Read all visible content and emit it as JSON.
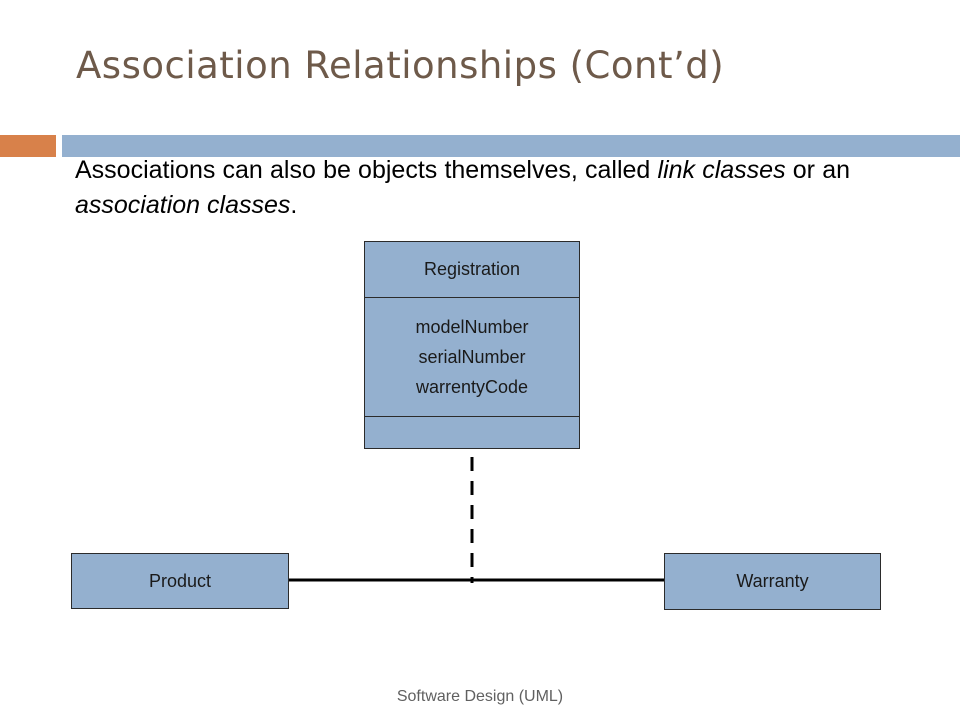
{
  "slide": {
    "title": "Association Relationships (Cont’d)",
    "body": {
      "part1": "Associations can also be objects themselves, called ",
      "em1": "link classes",
      "part2": " or an ",
      "em2": "association classes",
      "part3": "."
    },
    "footer": "Software Design (UML)"
  },
  "diagram": {
    "association_class": {
      "name": "Registration",
      "attributes": [
        "modelNumber",
        "serialNumber",
        "warrentyCode"
      ],
      "operations": []
    },
    "classes": {
      "left": "Product",
      "right": "Warranty"
    }
  },
  "colors": {
    "title": "#6e5a4a",
    "accent_orange": "#d8814a",
    "accent_blue": "#94b0cf",
    "box_fill": "#94b0cf",
    "line": "#000000"
  }
}
